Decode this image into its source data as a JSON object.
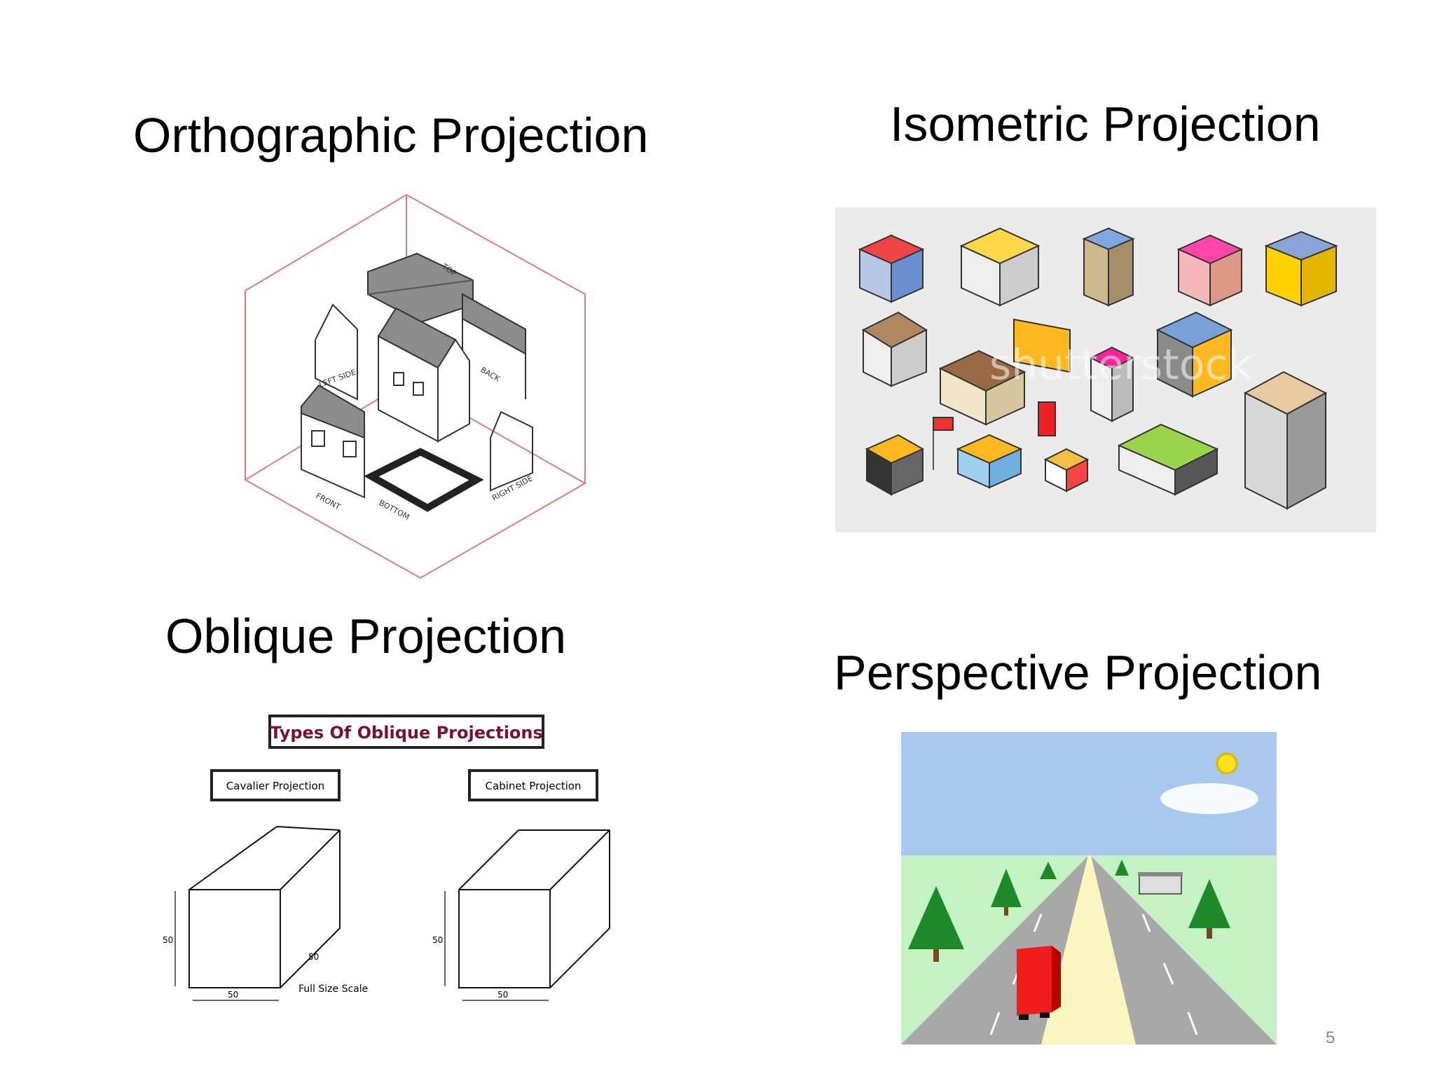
{
  "slide": {
    "titles": {
      "orthographic": "Orthographic Projection",
      "isometric": "Isometric Projection",
      "oblique": "Oblique Projection",
      "perspective": "Perspective Projection"
    },
    "page_number": "5"
  },
  "orthographic_figure": {
    "labels": {
      "top": "TOP",
      "left": "LEFT SIDE",
      "back": "BACK",
      "front": "FRONT",
      "bottom": "BOTTOM",
      "right": "RIGHT SIDE"
    }
  },
  "isometric_figure": {
    "watermark": "shutterstock"
  },
  "oblique_figure": {
    "heading": "Types Of Oblique Projections",
    "cavalier": {
      "label": "Cavalier Projection",
      "height": "50",
      "width": "50",
      "depth": "50",
      "note": "Full Size Scale"
    },
    "cabinet": {
      "label": "Cabinet Projection",
      "height": "50",
      "width": "50"
    }
  },
  "colors": {
    "sky": "#a9c8f0",
    "grass": "#c4f2c4",
    "road": "#a8a8a8",
    "center_strip": "#fbf6c0",
    "truck": "#ee1c1c",
    "tree": "#1f8a2a",
    "sun": "#ffe21a",
    "cube_edge": "#e07a86",
    "roof": "#8c8c8c"
  }
}
